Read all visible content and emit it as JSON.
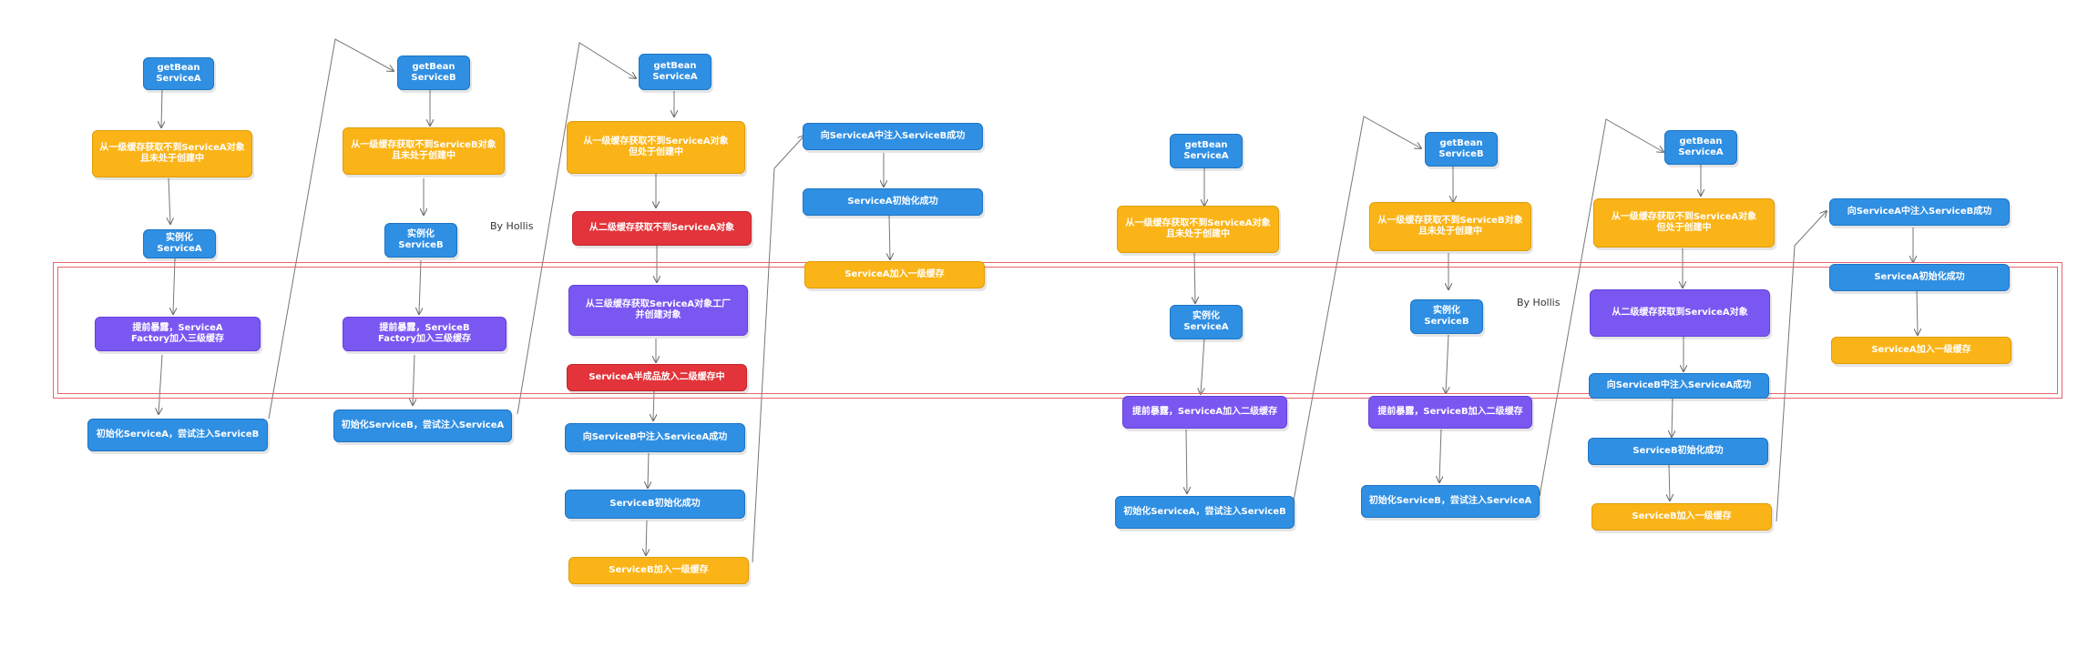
{
  "watermark": "By Hollis",
  "colors": {
    "blue": "#2f8fe3",
    "orange": "#fbb417",
    "purple": "#7b57f2",
    "red": "#e2343a",
    "highlight": "#e8636a"
  },
  "diagram1": {
    "a_get": "getBean\nServiceA",
    "a_l1": "从一级缓存获取不到ServiceA对象\n且未处于创建中",
    "a_inst": "实例化ServiceA",
    "a_expose": "提前暴露，ServiceA\nFactory加入三级缓存",
    "a_init": "初始化ServiceA，尝试注入ServiceB",
    "b_get": "getBean\nServiceB",
    "b_l1": "从一级缓存获取不到ServiceB对象\n且未处于创建中",
    "b_inst": "实例化ServiceB",
    "b_expose": "提前暴露，ServiceB\nFactory加入三级缓存",
    "b_init": "初始化ServiceB，尝试注入ServiceA",
    "a2_get": "getBean\nServiceA",
    "a2_l1": "从一级缓存获取不到ServiceA对象\n但处于创建中",
    "a2_l2": "从二级缓存获取不到ServiceA对象",
    "a2_l3": "从三级缓存获取ServiceA对象工厂\n并创建对象",
    "a2_semi": "ServiceA半成品放入二级缓存中",
    "a2_inject": "向ServiceB中注入ServiceA成功",
    "a2_binit": "ServiceB初始化成功",
    "a2_bcache": "ServiceB加入一级缓存",
    "c_inject": "向ServiceA中注入ServiceB成功",
    "c_init": "ServiceA初始化成功",
    "c_cache": "ServiceA加入一级缓存"
  },
  "diagram2": {
    "a_get": "getBean\nServiceA",
    "a_l1": "从一级缓存获取不到ServiceA对象\n且未处于创建中",
    "a_inst": "实例化ServiceA",
    "a_expose": "提前暴露，ServiceA加入二级缓存",
    "a_init": "初始化ServiceA，尝试注入ServiceB",
    "b_get": "getBean\nServiceB",
    "b_l1": "从一级缓存获取不到ServiceB对象\n且未处于创建中",
    "b_inst": "实例化ServiceB",
    "b_expose": "提前暴露，ServiceB加入二级缓存",
    "b_init": "初始化ServiceB，尝试注入ServiceA",
    "a2_get": "getBean\nServiceA",
    "a2_l1": "从一级缓存获取不到ServiceA对象\n但处于创建中",
    "a2_l2": "从二级缓存获取到ServiceA对象",
    "a2_inject": "向ServiceB中注入ServiceA成功",
    "a2_binit": "ServiceB初始化成功",
    "a2_bcache": "ServiceB加入一级缓存",
    "c_inject": "向ServiceA中注入ServiceB成功",
    "c_init": "ServiceA初始化成功",
    "c_cache": "ServiceA加入一级缓存"
  }
}
